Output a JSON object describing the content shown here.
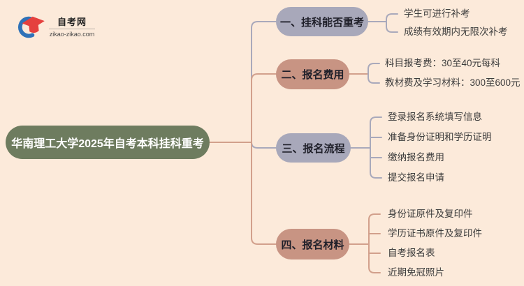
{
  "page": {
    "background": "#FCEADA"
  },
  "logo": {
    "site_name": "自考网",
    "site_url": "zikao-zikao.com",
    "icon_blue": "#2F72B8",
    "icon_red": "#E5413E"
  },
  "colors": {
    "line_tan": "#D2A08C",
    "line_lavender": "#A9A9BB",
    "central_green": "#6E7C5F",
    "branch_lavender": "#A8A8BA",
    "branch_rose": "#C89483"
  },
  "mindmap": {
    "central": {
      "label": "华南理工大学2025年自考本科挂科重考",
      "color": "#6E7C5F"
    },
    "branches": [
      {
        "label": "一、挂科能否重考",
        "color": "#A8A8BA",
        "children": [
          "学生可进行补考",
          "成绩有效期内无限次补考"
        ]
      },
      {
        "label": "二、报名费用",
        "color": "#C89483",
        "children": [
          "科目报考费：30至40元每科",
          "教材费及学习材料：300至600元"
        ]
      },
      {
        "label": "三、报名流程",
        "color": "#A8A8BA",
        "children": [
          "登录报名系统填写信息",
          "准备身份证明和学历证明",
          "缴纳报名费用",
          "提交报名申请"
        ]
      },
      {
        "label": "四、报名材料",
        "color": "#C89483",
        "children": [
          "身份证原件及复印件",
          "学历证书原件及复印件",
          "自考报名表",
          "近期免冠照片"
        ]
      }
    ]
  }
}
